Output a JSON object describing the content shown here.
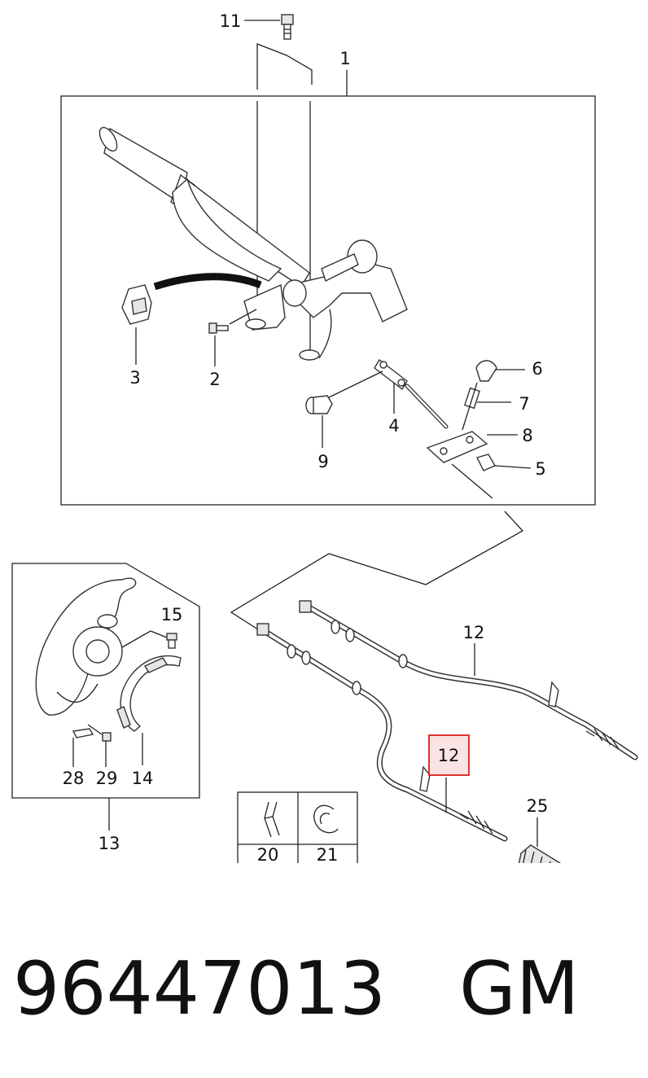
{
  "labels": {
    "p1": "1",
    "p2": "2",
    "p3": "3",
    "p4": "4",
    "p5": "5",
    "p6": "6",
    "p7": "7",
    "p8": "8",
    "p9": "9",
    "p11": "11",
    "p12a": "12",
    "p12b": "12",
    "p13": "13",
    "p14": "14",
    "p15": "15",
    "p20": "20",
    "p21": "21",
    "p25": "25",
    "p28": "28",
    "p29": "29"
  },
  "highlight": {
    "label": "12",
    "border_color": "#e03030",
    "fill_color": "#fbe3e3",
    "text_color": "#555555"
  },
  "footer": {
    "part_number": "96447013",
    "brand": "GM"
  }
}
